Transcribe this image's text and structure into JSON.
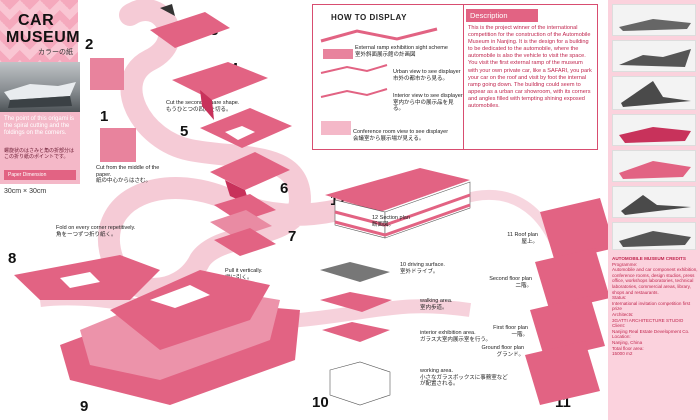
{
  "header": {
    "title_line1": "CAR",
    "title_line2": "MUSEUM",
    "title_jp": "カラーの紙"
  },
  "left_panel": {
    "caption_en": "The point of this origami is the spiral cutting and the foldings on the corners.",
    "caption_jp": "螺旋状のはさみと角の折部分はこの折り紙のポイントです。",
    "paper_label": "Paper Dimension",
    "paper_size": "30cm × 30cm"
  },
  "steps": [
    {
      "num": "1",
      "text": "Cut from the middle of the paper.",
      "jp": "紙の中心からはさむ。"
    },
    {
      "num": "2",
      "text": "",
      "jp": ""
    },
    {
      "num": "3",
      "text": "",
      "jp": ""
    },
    {
      "num": "4",
      "text": "",
      "jp": ""
    },
    {
      "num": "5",
      "text": "Cut the second square shape.",
      "jp": "もうひとつの四角を切る。"
    },
    {
      "num": "6",
      "text": "",
      "jp": ""
    },
    {
      "num": "7",
      "text": "Pull it vertically.",
      "jp": "縦に引く。"
    },
    {
      "num": "8",
      "text": "Fold on every corner repetitively.",
      "jp": "角をーつずつ折り紙く。"
    },
    {
      "num": "9",
      "text": "",
      "jp": ""
    },
    {
      "num": "10",
      "text": "",
      "jp": ""
    },
    {
      "num": "11",
      "text": "",
      "jp": ""
    },
    {
      "num": "12",
      "text": "",
      "jp": ""
    }
  ],
  "howto": {
    "title": "HOW TO DISPLAY",
    "items": [
      {
        "en": "External ramp exhibition sight scheme",
        "jp": "室外斜面展示館の計画図"
      },
      {
        "en": "Urban view to see displayer",
        "jp": "市外の都市から見る。"
      },
      {
        "en": "Interior view to see displayer",
        "jp": "室内から中の展示品を見る。"
      },
      {
        "en": "Conference room view to see displayer",
        "jp": "会議室から展示場が見える。"
      }
    ]
  },
  "description": {
    "heading": "Description",
    "body": "This is the project winner of the international competition for the construction of the Automobile Museum in Nanjing. It is the design for a building to be dedicated to the automobile, where the automobile is also the vehicle to visit the space. You visit the first external ramp of the museum with your own private car, like a SAFARI, you park your car on the roof and visit by foot the internal ramp going down. The building could seem to appear as a urban car showroom, with its corners and angles filled with tempting shining exposed automobiles."
  },
  "sections": {
    "section_plan": "12   Section plan",
    "section_plan_jp": "断面図。",
    "driving": "10   driving surface.",
    "driving_jp": "室外ドライブ。",
    "walking": "walking area.",
    "walking_jp": "室内歩道。",
    "interior": "interior exhibition area.",
    "interior_jp": "ガラス大室内展示室を行う。",
    "working": "working area.",
    "working_jp": "小さなガラスボックスに事務室などが配置される。"
  },
  "floor_plans": {
    "roof": "11  Roof plan",
    "roof_jp": "屋上。",
    "second": "Second floor plan",
    "second_jp": "二階。",
    "first": "First floor plan",
    "first_jp": "一階。",
    "ground": "Ground floor plan",
    "ground_jp": "グランド。"
  },
  "credits": {
    "heading": "AUTOMOBILE MUSEUM CREDITS",
    "lines": [
      "Programme:",
      "Automobile and car component exhibition,",
      "conference rooms, design studios, press",
      "office, workshops laboratories, technical",
      "laboratories, commercial areas, library,",
      "shops and restaurants.",
      "Status:",
      "International invitation competition first prize",
      "Architects:",
      "3GATTI ARCHITECTURE STUDIO",
      "Client:",
      "Nanjing Real Estate Development Co.",
      "Location:",
      "Nanjing, China",
      "Total floor area:",
      "15000 m2"
    ]
  },
  "colors": {
    "accent": "#e26383",
    "pink_light": "#f7c4d1",
    "pink_mid": "#ea8aa2",
    "pink_dark": "#c8325b"
  }
}
